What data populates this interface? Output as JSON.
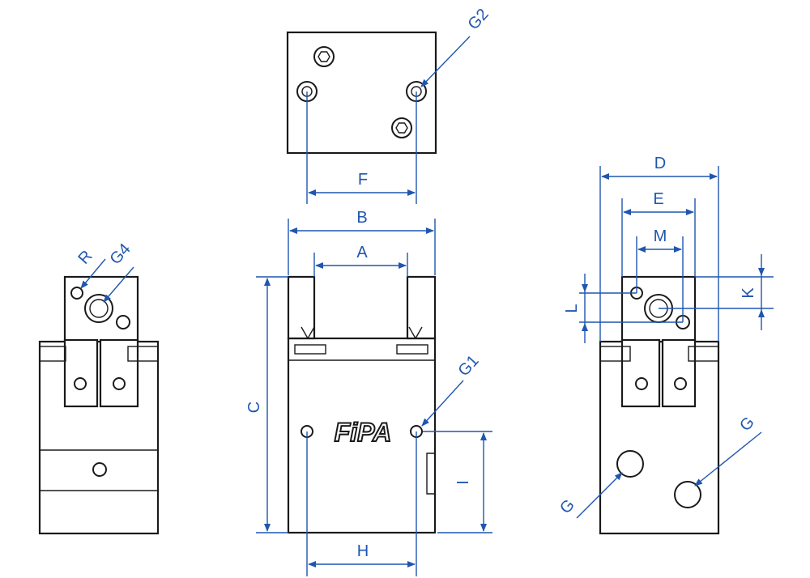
{
  "brand_logo": "FiPA",
  "colors": {
    "outline": "#1a1a1a",
    "dimension": "#1f56b0",
    "background": "#ffffff"
  },
  "dimensions": {
    "A": "A",
    "B": "B",
    "C": "C",
    "D": "D",
    "E": "E",
    "F": "F",
    "G": "G",
    "G1": "G1",
    "G2": "G2",
    "G4": "G4",
    "H": "H",
    "I": "I",
    "K": "K",
    "L": "L",
    "M": "M",
    "R": "R"
  }
}
